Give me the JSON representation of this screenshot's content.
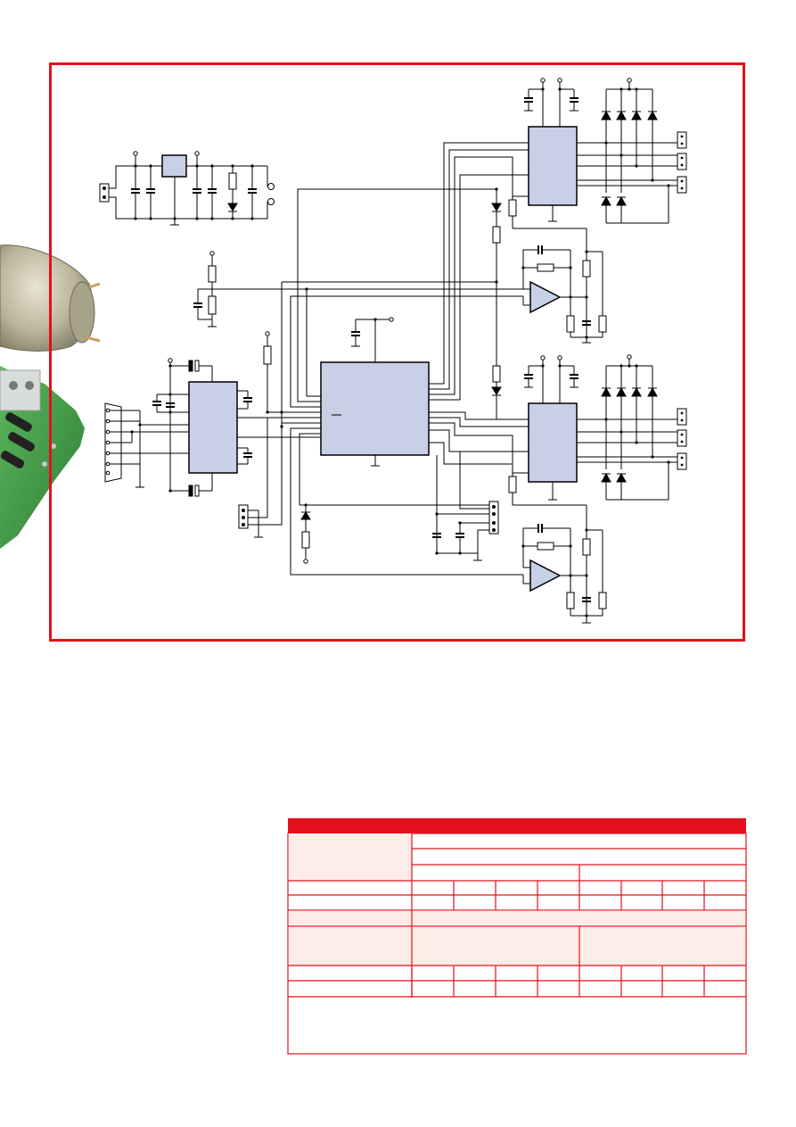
{
  "colors": {
    "frame_red": "#e3101b",
    "ic_fill": "#c7d0e7",
    "wire": "#000000",
    "table_header": "#e3101b",
    "table_tint": "#fdece8",
    "pcb_green": "#3e9a4a"
  },
  "photo": {
    "subject": "motor-and-circuit-board-photo"
  },
  "schematic": {
    "components": {
      "ics": [
        "voltage-regulator",
        "rs232-driver",
        "microcontroller",
        "motor-driver-top",
        "motor-driver-bottom"
      ],
      "opamps": [
        "opamp-top",
        "opamp-bottom"
      ],
      "connectors": [
        "power-connector",
        "db9-connector",
        "header-3pin",
        "header-4pin",
        "motor-connector-1",
        "motor-connector-2",
        "motor-connector-3",
        "motor-connector-4",
        "motor-connector-5",
        "motor-connector-6"
      ]
    }
  },
  "table": {
    "title": "",
    "rows": [
      {
        "label": "",
        "cells": []
      },
      {
        "label": "",
        "cells": []
      }
    ]
  }
}
